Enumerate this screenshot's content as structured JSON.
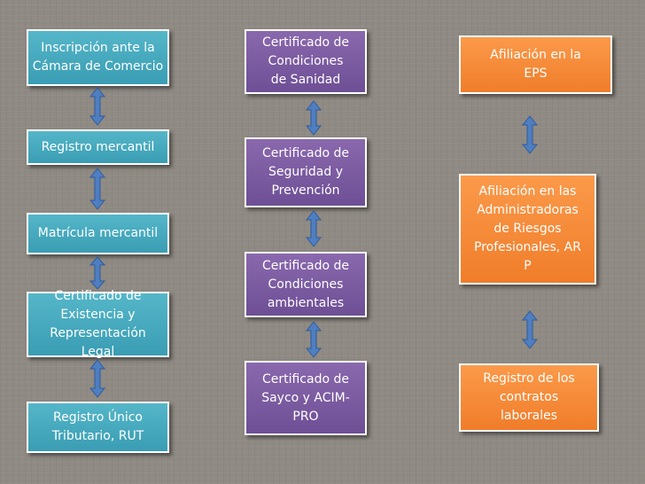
{
  "columns": {
    "left": [
      "Inscripción ante la\nCámara de Comercio",
      "Registro mercantil",
      "Matrícula mercantil",
      "Certificado  de\nExistencia  y\nRepresentación Legal",
      "Registro Único\nTributario, RUT"
    ],
    "middle": [
      "Certificado  de\nCondiciones\nde Sanidad",
      "Certificado  de\nSeguridad  y\nPrevención",
      "Certificado  de\nCondiciones\nambientales",
      "Certificado de\nSayco y ACIM-\nPRO"
    ],
    "right": [
      "Afiliación en la\nEPS",
      "Afiliación en las\nAdministradoras\nde Riesgos\nProfesionales, AR\nP",
      "Registro de los\ncontratos\nlaborales"
    ]
  },
  "colors": {
    "left": "#4aa9bf",
    "middle": "#7b5ca1",
    "right": "#f68b3b",
    "arrow": "#4f7ec1",
    "border": "#ffffff",
    "background": "#8f8a83"
  }
}
